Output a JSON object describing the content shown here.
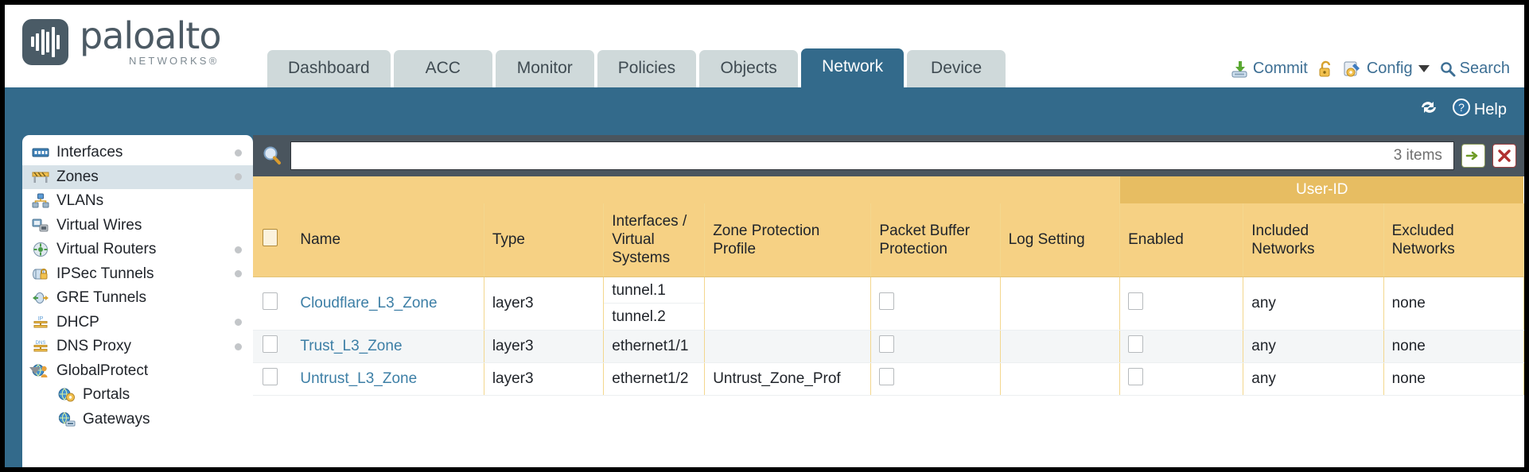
{
  "brand": {
    "name": "paloalto",
    "tagline": "NETWORKS®"
  },
  "nav": {
    "tabs": [
      {
        "label": "Dashboard",
        "active": false
      },
      {
        "label": "ACC",
        "active": false
      },
      {
        "label": "Monitor",
        "active": false
      },
      {
        "label": "Policies",
        "active": false
      },
      {
        "label": "Objects",
        "active": false
      },
      {
        "label": "Network",
        "active": true
      },
      {
        "label": "Device",
        "active": false
      }
    ]
  },
  "toolbar": {
    "commit_label": "Commit",
    "commit_icon": "commit-download-icon",
    "lock_icon": "unlock-padlock-icon",
    "config_label": "Config",
    "config_icon": "config-wrench-icon",
    "config_caret": "chevron-down-icon",
    "search_label": "Search",
    "search_icon": "search-magnifier-icon"
  },
  "utilitybar": {
    "refresh_icon": "refresh-icon",
    "help_label": "Help",
    "help_icon": "help-question-icon"
  },
  "sidebar": {
    "items": [
      {
        "label": "Interfaces",
        "icon": "interfaces-icon",
        "selected": false,
        "dot": true,
        "child": false,
        "twisty": false
      },
      {
        "label": "Zones",
        "icon": "zones-icon",
        "selected": true,
        "dot": true,
        "child": false,
        "twisty": false
      },
      {
        "label": "VLANs",
        "icon": "vlans-icon",
        "selected": false,
        "dot": false,
        "child": false,
        "twisty": false
      },
      {
        "label": "Virtual Wires",
        "icon": "virtual-wires-icon",
        "selected": false,
        "dot": false,
        "child": false,
        "twisty": false
      },
      {
        "label": "Virtual Routers",
        "icon": "virtual-routers-icon",
        "selected": false,
        "dot": true,
        "child": false,
        "twisty": false
      },
      {
        "label": "IPSec Tunnels",
        "icon": "ipsec-tunnels-icon",
        "selected": false,
        "dot": true,
        "child": false,
        "twisty": false
      },
      {
        "label": "GRE Tunnels",
        "icon": "gre-tunnels-icon",
        "selected": false,
        "dot": false,
        "child": false,
        "twisty": false
      },
      {
        "label": "DHCP",
        "icon": "dhcp-icon",
        "selected": false,
        "dot": true,
        "child": false,
        "twisty": false
      },
      {
        "label": "DNS Proxy",
        "icon": "dns-proxy-icon",
        "selected": false,
        "dot": true,
        "child": false,
        "twisty": false
      },
      {
        "label": "GlobalProtect",
        "icon": "globalprotect-icon",
        "selected": false,
        "dot": false,
        "child": false,
        "twisty": true
      },
      {
        "label": "Portals",
        "icon": "portals-icon",
        "selected": false,
        "dot": false,
        "child": true,
        "twisty": false
      },
      {
        "label": "Gateways",
        "icon": "gateways-icon",
        "selected": false,
        "dot": false,
        "child": true,
        "twisty": false
      }
    ]
  },
  "filter": {
    "search_icon": "filter-magnifier-icon",
    "value": "",
    "placeholder": "",
    "items_count": "3 items",
    "apply_icon": "apply-filter-arrow-icon",
    "clear_icon": "clear-filter-x-icon"
  },
  "table": {
    "group_header": {
      "label": "User-ID",
      "span": 3
    },
    "columns": [
      "Name",
      "Type",
      "Interfaces / Virtual Systems",
      "Zone Protection Profile",
      "Packet Buffer Protection",
      "Log Setting",
      "Enabled",
      "Included Networks",
      "Excluded Networks"
    ],
    "rows": [
      {
        "selected": false,
        "name": "Cloudflare_L3_Zone",
        "type": "layer3",
        "interfaces": [
          "tunnel.1",
          "tunnel.2"
        ],
        "zone_protection_profile": "",
        "packet_buffer_protection": false,
        "log_setting": "",
        "userid_enabled": false,
        "included_networks": "any",
        "excluded_networks": "none"
      },
      {
        "selected": false,
        "name": "Trust_L3_Zone",
        "type": "layer3",
        "interfaces": [
          "ethernet1/1"
        ],
        "zone_protection_profile": "",
        "packet_buffer_protection": false,
        "log_setting": "",
        "userid_enabled": false,
        "included_networks": "any",
        "excluded_networks": "none"
      },
      {
        "selected": false,
        "name": "Untrust_L3_Zone",
        "type": "layer3",
        "interfaces": [
          "ethernet1/2"
        ],
        "zone_protection_profile": "Untrust_Zone_Prof",
        "packet_buffer_protection": false,
        "log_setting": "",
        "userid_enabled": false,
        "included_networks": "any",
        "excluded_networks": "none"
      }
    ]
  },
  "colors": {
    "teal": "#336a8b",
    "header_gold": "#f6d184",
    "group_gold": "#e7bd62",
    "link": "#3d7fa6",
    "panel_dark": "#4a555e"
  }
}
